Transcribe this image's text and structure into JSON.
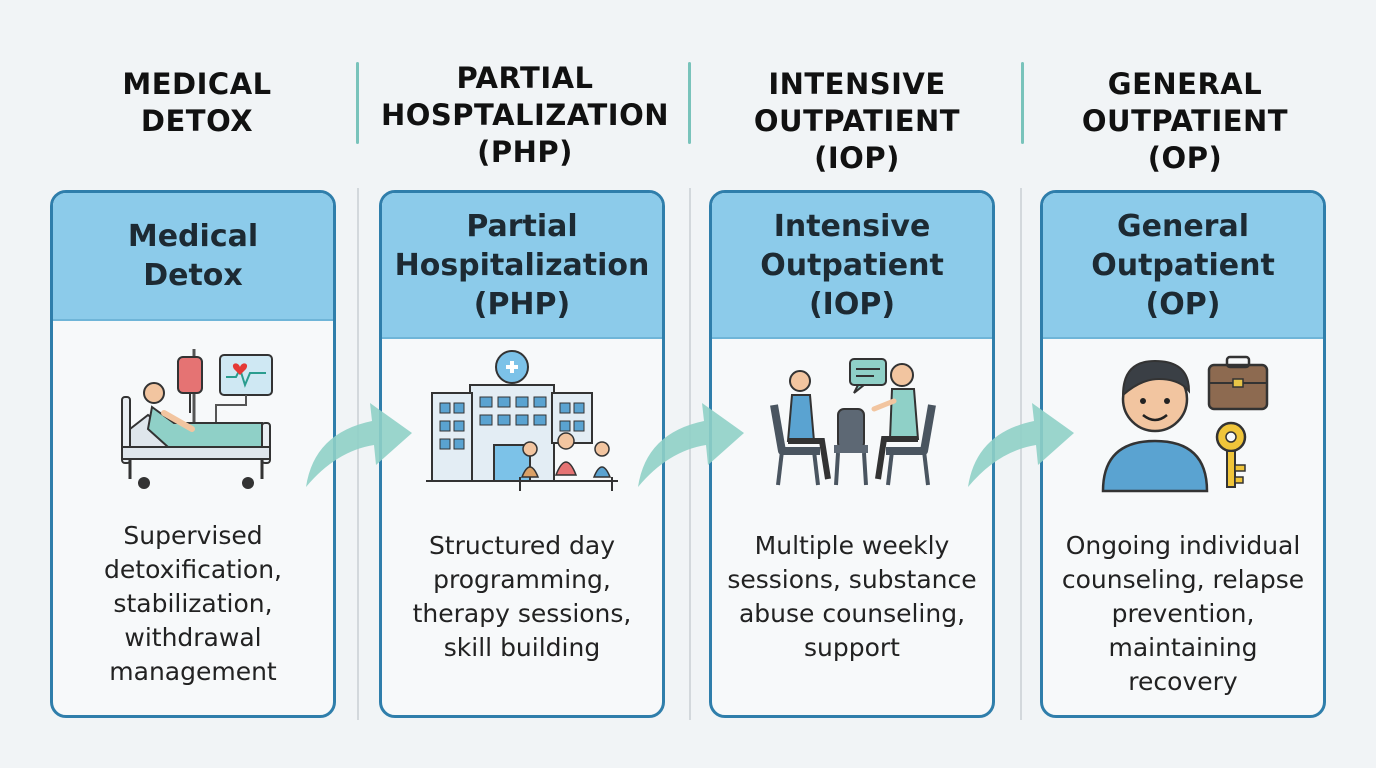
{
  "stages": [
    {
      "header": "MEDICAL\nDETOX",
      "title": "Medical\nDetox",
      "icon": "hospital-bed-icon",
      "description": "Supervised\ndetoxification,\nstabilization,\nwithdrawal\nmanagement"
    },
    {
      "header": "PARTIAL\nHOSPTALIZATION\n(PHP)",
      "title": "Partial\nHospitalization\n(PHP)",
      "icon": "hospital-group-icon",
      "description": "Structured day\nprogramming,\ntherapy sessions,\nskill building"
    },
    {
      "header": "INTENSIVE\nOUTPATIENT (IOP)",
      "title": "Intensive\nOutpatient\n(IOP)",
      "icon": "counseling-session-icon",
      "description": "Multiple weekly\nsessions, substance\nabuse counseling,\nsupport"
    },
    {
      "header": "GENERAL\nOUTPATIENT (OP)",
      "title": "General\nOutpatient\n(OP)",
      "icon": "person-briefcase-key-icon",
      "description": "Ongoing individual\ncounseling, relapse\nprevention,\nmaintaining recovery"
    }
  ],
  "colors": {
    "card_border": "#2f7eab",
    "card_header": "#8ccbea",
    "arrow": "#8fd0c7",
    "divider": "#79c3bb"
  }
}
